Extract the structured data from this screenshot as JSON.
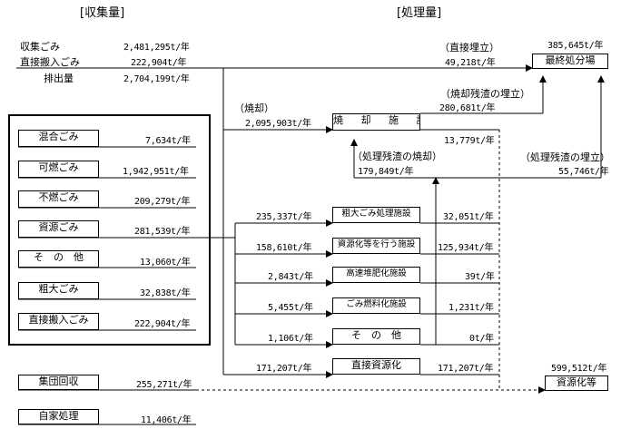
{
  "headers": {
    "collection": "[収集量]",
    "processing": "[処理量]"
  },
  "summary": {
    "collected_label": "収集ごみ",
    "collected_value": "2,481,295t/年",
    "direct_label": "直接搬入ごみ",
    "direct_value": "222,904t/年",
    "discharge_label": "排出量",
    "discharge_value": "2,704,199t/年"
  },
  "sources": {
    "mixed": {
      "label": "混合ごみ",
      "value": "7,634t/年"
    },
    "burnable": {
      "label": "可燃ごみ",
      "value": "1,942,951t/年"
    },
    "nonburnable": {
      "label": "不燃ごみ",
      "value": "209,279t/年"
    },
    "resource": {
      "label": "資源ごみ",
      "value": "281,539t/年"
    },
    "other": {
      "label": "そ　の　他",
      "value": "13,060t/年"
    },
    "bulky": {
      "label": "粗大ごみ",
      "value": "32,838t/年"
    },
    "direct": {
      "label": "直接搬入ごみ",
      "value": "222,904t/年"
    }
  },
  "group_collection": {
    "label": "集団回収",
    "value": "255,271t/年"
  },
  "self_disposal": {
    "label": "自家処理",
    "value": "11,406t/年"
  },
  "landfill": {
    "label": "最終処分場",
    "total": "385,645t/年",
    "direct_caption": "（直接埋立）",
    "direct_value": "49,218t/年",
    "ash_caption": "（焼却残渣の埋立）",
    "ash_value": "280,681t/年",
    "residue_caption": "（処理残渣の埋立）",
    "residue_value": "55,746t/年"
  },
  "incineration": {
    "label": "焼 却 施 設",
    "caption": "（焼却）",
    "value": "2,095,903t/年",
    "residue_burn_caption": "（処理残渣の焼却）",
    "residue_burn_value": "179,849t/年",
    "out_value": "13,779t/年"
  },
  "facilities": [
    {
      "label": "粗大ごみ処理施設",
      "in": "235,337t/年",
      "out": "32,051t/年"
    },
    {
      "label": "資源化等を行う施設",
      "in": "158,610t/年",
      "out": "125,934t/年"
    },
    {
      "label": "高速堆肥化施設",
      "in": "2,843t/年",
      "out": "39t/年"
    },
    {
      "label": "ごみ燃料化施設",
      "in": "5,455t/年",
      "out": "1,231t/年"
    },
    {
      "label": "そ　の　他",
      "in": "1,106t/年",
      "out": "0t/年"
    },
    {
      "label": "直接資源化",
      "in": "171,207t/年",
      "out": "171,207t/年"
    }
  ],
  "recycling": {
    "label": "資源化等",
    "total": "599,512t/年"
  }
}
